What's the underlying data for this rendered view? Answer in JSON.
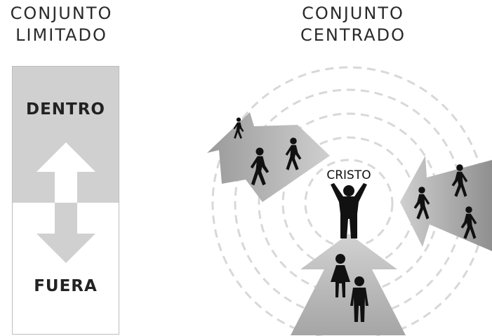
{
  "bounded_set": {
    "title_line1": "CONJUNTO",
    "title_line2": "LIMITADO",
    "inside_label": "DENTRO",
    "outside_label": "FUERA"
  },
  "centered_set": {
    "title_line1": "CONJUNTO",
    "title_line2": "CENTRADO",
    "center_label": "CRISTO"
  },
  "colors": {
    "inside_fill": "#d0d0d0",
    "arrow_gray": "#bdbdbd",
    "ring_gray": "#d8d8d8",
    "figure_black": "#111111"
  }
}
